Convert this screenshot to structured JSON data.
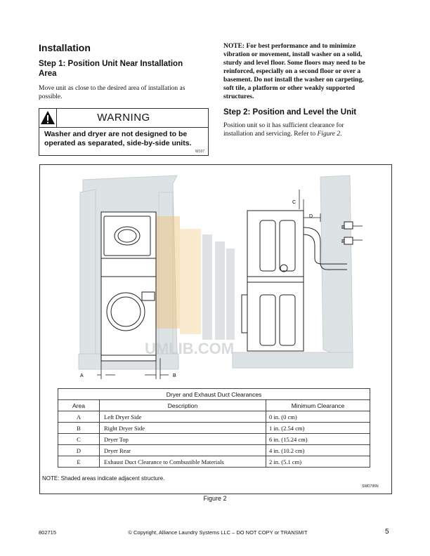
{
  "left": {
    "heading": "Installation",
    "step1_title_line1": "Step 1: Position Unit Near Installation",
    "step1_title_line2": "Area",
    "step1_body_line1": "Move unit as close to the desired area of installation as",
    "step1_body_line2": "possible."
  },
  "warning": {
    "title": "WARNING",
    "text_line1": "Washer and dryer are not designed to be",
    "text_line2": "operated as separated, side-by-side units.",
    "code": "W107"
  },
  "right": {
    "note_lines": [
      "NOTE: For best performance and to minimize",
      "vibration or movement, install washer on a solid,",
      "sturdy and level floor. Some floors may need to be",
      "reinforced, especially on a second floor or over a",
      "basement. Do not install the washer on carpeting,",
      "soft tile, a platform or other weakly supported",
      "structures."
    ],
    "step2_title": "Step 2: Position and Level the Unit",
    "step2_body_line1": "Position unit so it has sufficient clearance for",
    "step2_body_line2_pre": "installation and servicing. Refer to ",
    "step2_body_line2_ref": "Figure 2",
    "step2_body_line2_post": "."
  },
  "figure": {
    "labels": {
      "A": "A",
      "B": "B",
      "C": "C",
      "D": "D",
      "E1": "E",
      "E2": "E"
    },
    "watermark": "UMLIB.COM",
    "table_title": "Dryer and Exhaust Duct Clearances",
    "columns": [
      "Area",
      "Description",
      "Minimum Clearance"
    ],
    "rows": [
      {
        "area": "A",
        "description": "Left Dryer Side",
        "clearance": "0 in. (0 cm)"
      },
      {
        "area": "B",
        "description": "Right Dryer Side",
        "clearance": "1 in. (2.54 cm)"
      },
      {
        "area": "C",
        "description": "Dryer Top",
        "clearance": "6 in. (15.24 cm)"
      },
      {
        "area": "D",
        "description": "Dryer Rear",
        "clearance": "4 in. (10.2 cm)"
      },
      {
        "area": "E",
        "description": "Exhaust Duct Clearance to Combustible Materials",
        "clearance": "2 in. (5.1 cm)"
      }
    ],
    "note": "NOTE: Shaded areas indicate adjacent structure.",
    "code": "SWD795N",
    "caption": "Figure 2"
  },
  "footer": {
    "doc_number": "802715",
    "copyright": "© Copyright, Alliance Laundry Systems LLC – DO NOT COPY or TRANSMIT",
    "page_number": "5"
  }
}
